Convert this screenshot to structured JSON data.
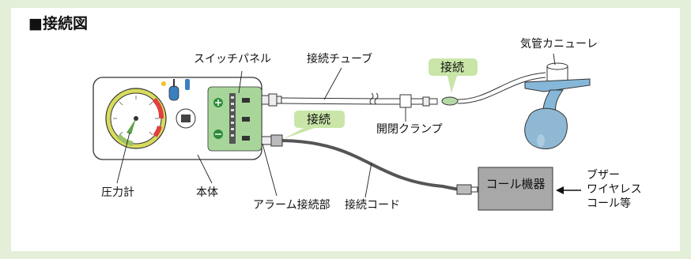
{
  "title": "■接続図",
  "labels": {
    "switch_panel": "スイッチパネル",
    "connecting_tube": "接続チューブ",
    "tracheostomy_tube": "気管カニューレ",
    "connect_top": "接続",
    "connect_mid": "接続",
    "open_close_clamp": "開閉クランプ",
    "pressure_gauge": "圧力計",
    "main_body": "本体",
    "alarm_connector": "アラーム接続部",
    "connecting_cord": "接続コード",
    "call_device": "コール機器",
    "buzzer": "ブザー",
    "wireless": "ワイヤレス",
    "call_etc": "コール等"
  },
  "colors": {
    "background": "#e3efd8",
    "panel": "#ffffff",
    "callout": "#c9e6a8",
    "gauge_rim": "#d8dc5c",
    "switch_panel": "#a8d69a",
    "cannula": "#86b7d8",
    "cuff": "#8fb8d4",
    "device_box": "#a8a8a8",
    "cord": "#555555"
  }
}
